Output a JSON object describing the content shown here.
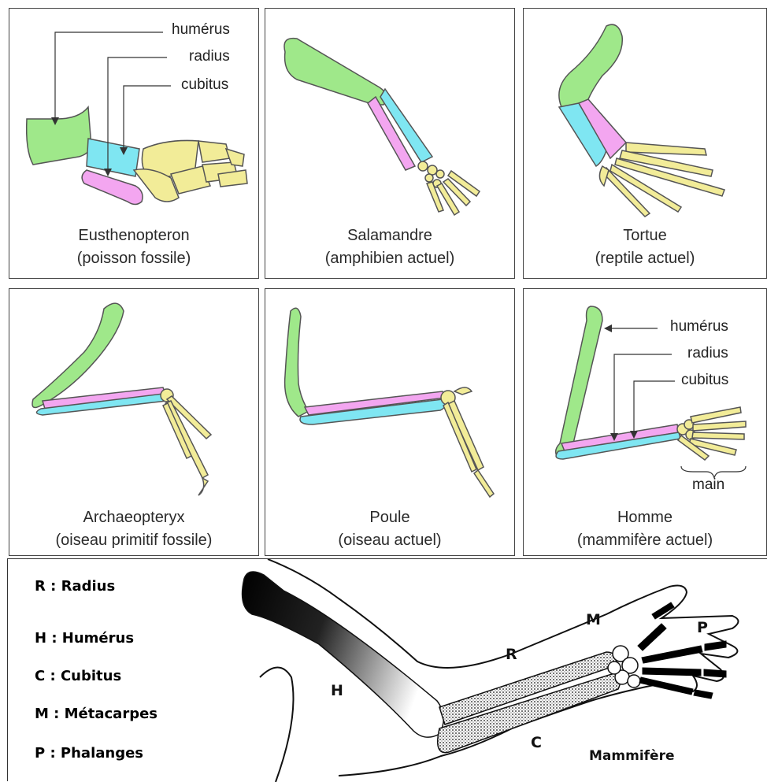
{
  "panels": [
    {
      "name": "Eusthenopteron",
      "sub": "(poisson fossile)",
      "labels": [
        "humérus",
        "radius",
        "cubitus"
      ]
    },
    {
      "name": "Salamandre",
      "sub": "(amphibien actuel)"
    },
    {
      "name": "Tortue",
      "sub": "(reptile actuel)"
    },
    {
      "name": "Archaeopteryx",
      "sub": "(oiseau primitif fossile)"
    },
    {
      "name": "Poule",
      "sub": "(oiseau actuel)"
    },
    {
      "name": "Homme",
      "sub": "(mammifère actuel)",
      "labels": [
        "humérus",
        "radius",
        "cubitus",
        "main"
      ]
    }
  ],
  "legend": [
    "R : Radius",
    "H : Humérus",
    "C : Cubitus",
    "M : Métacarpes",
    "P : Phalanges"
  ],
  "arm_labels": {
    "h": "H",
    "r": "R",
    "c": "C",
    "m": "M",
    "p": "P",
    "title": "Mammifère"
  },
  "colors": {
    "humerus": "#9fe88a",
    "radius": "#f3a6f0",
    "cubitus": "#7fe6f2",
    "hand": "#f2ec98",
    "outline": "#555555"
  }
}
